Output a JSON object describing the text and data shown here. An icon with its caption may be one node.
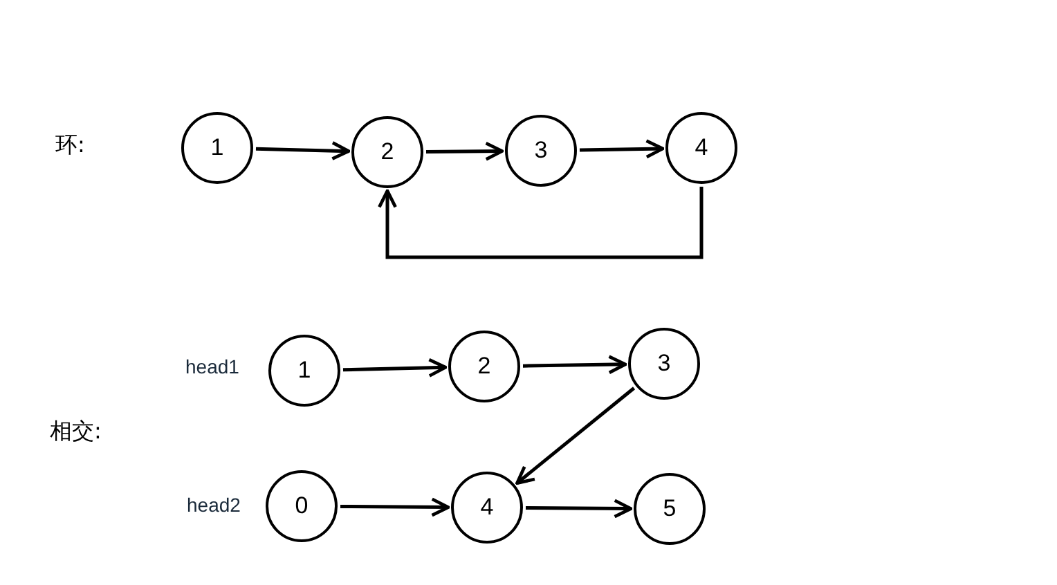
{
  "diagram": {
    "nodes": [
      {
        "text": [
          "1"
        ]
      },
      {
        "text": [
          "2"
        ]
      },
      {
        "text": [
          "3"
        ]
      },
      {
        "text": [
          "4"
        ]
      },
      {
        "text": [
          "1"
        ],
        "beside": [
          "head1"
        ]
      },
      {
        "text": [
          "2"
        ]
      },
      {
        "text": [
          "3"
        ]
      },
      {
        "text": [
          "0"
        ],
        "beside": [
          "head2"
        ]
      },
      {
        "text": [
          "4"
        ]
      },
      {
        "text": [
          "5"
        ]
      }
    ],
    "edges": [
      {
        "from": 0,
        "to": 1,
        "arrow": "to"
      },
      {
        "from": 1,
        "to": 2,
        "arrow": "to"
      },
      {
        "from": 2,
        "to": 3,
        "arrow": "to"
      },
      {
        "from": 3,
        "to": 1,
        "arrow": "to"
      },
      {
        "from": 4,
        "to": 5,
        "arrow": "to"
      },
      {
        "from": 5,
        "to": 6,
        "arrow": "to"
      },
      {
        "from": 6,
        "to": 8,
        "arrow": "to"
      },
      {
        "from": 7,
        "to": 8,
        "arrow": "to"
      },
      {
        "from": 8,
        "to": 9,
        "arrow": "to"
      }
    ],
    "labels": [
      "环:",
      "相交:"
    ]
  }
}
